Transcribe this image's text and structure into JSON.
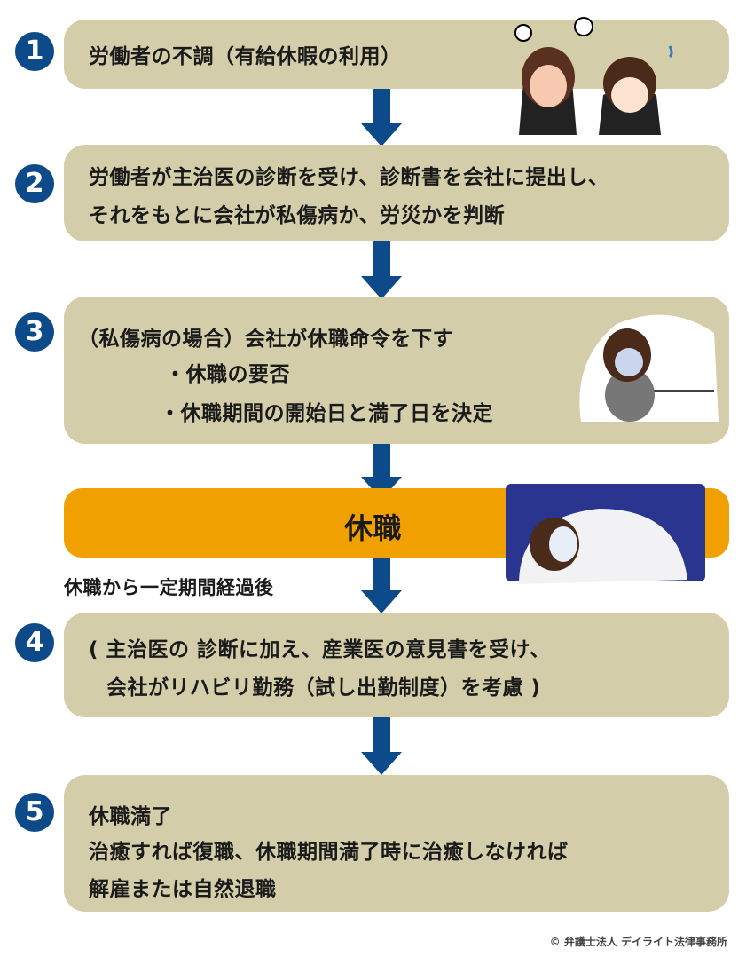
{
  "steps": [
    {
      "number": "1",
      "lines": [
        "労働者の不調（有給休暇の利用）"
      ]
    },
    {
      "number": "2",
      "lines": [
        "労働者が主治医の診断を受け、診断書を会社に提出し、",
        "それをもとに会社が私傷病か、労災かを判断"
      ]
    },
    {
      "number": "3",
      "lines": [
        "（私傷病の場合）会社が休職命令を下す",
        "・休職の要否",
        "・休職期間の開始日と満了日を決定"
      ]
    },
    {
      "number": "4",
      "lines": [
        "( 主治医の 診断に加え、産業医の意見書を受け、",
        "会社がリハビリ勤務（試し出勤制度）を考慮 )"
      ]
    },
    {
      "number": "5",
      "lines": [
        "休職満了",
        "治癒すれば復職、休職期間満了時に治癒しなければ",
        "解雇または自然退職"
      ]
    }
  ],
  "leave": {
    "label": "休職",
    "after_label": "休職から一定期間経過後"
  },
  "copyright": "© 弁護士法人 デイライト法律事務所",
  "colors": {
    "box": "#d4cdaa",
    "accent": "#0d4a8a",
    "leave": "#f0a000"
  }
}
